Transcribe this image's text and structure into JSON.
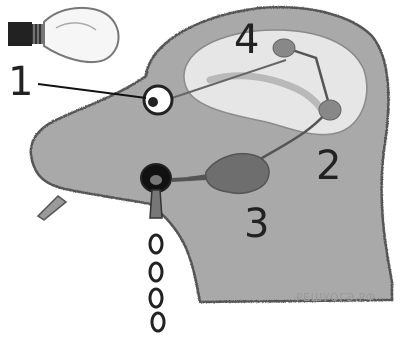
{
  "labels": {
    "receptor": "1",
    "brain_center": "2",
    "effector": "3",
    "cortex_center": "4"
  },
  "watermark": "РЕШУОГЭ.РФ"
}
